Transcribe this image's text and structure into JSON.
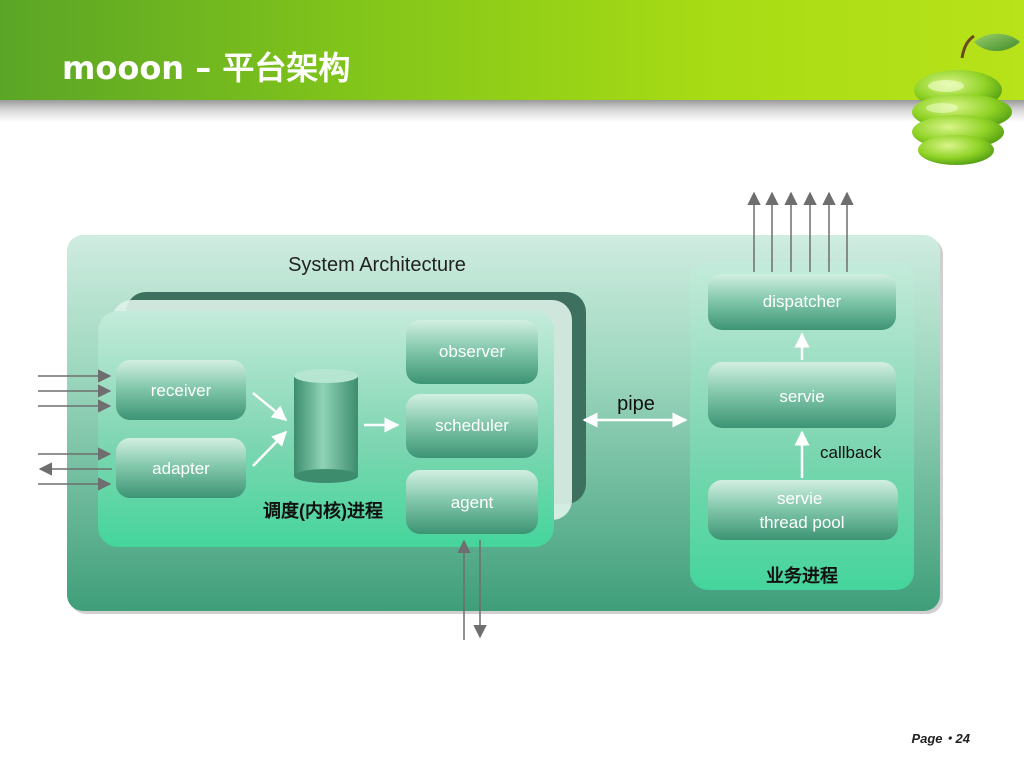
{
  "slide": {
    "title": "mooon – 平台架构",
    "page_label": "Page・24"
  },
  "diagram": {
    "container_title": "System Architecture",
    "scheduler_process": {
      "label": "调度(内核)进程",
      "inputs": [
        "receiver",
        "adapter"
      ],
      "modules": [
        "observer",
        "scheduler",
        "agent"
      ]
    },
    "link_label": "pipe",
    "business_process": {
      "label": "业务进程",
      "modules": [
        "dispatcher",
        "servie",
        "servie thread pool"
      ],
      "callback_label": "callback"
    }
  },
  "colors": {
    "banner": "#82c51a",
    "diagram_fill": "#52b896",
    "module_fill": "#4ba88a",
    "arrow": "#6e6e6e"
  }
}
